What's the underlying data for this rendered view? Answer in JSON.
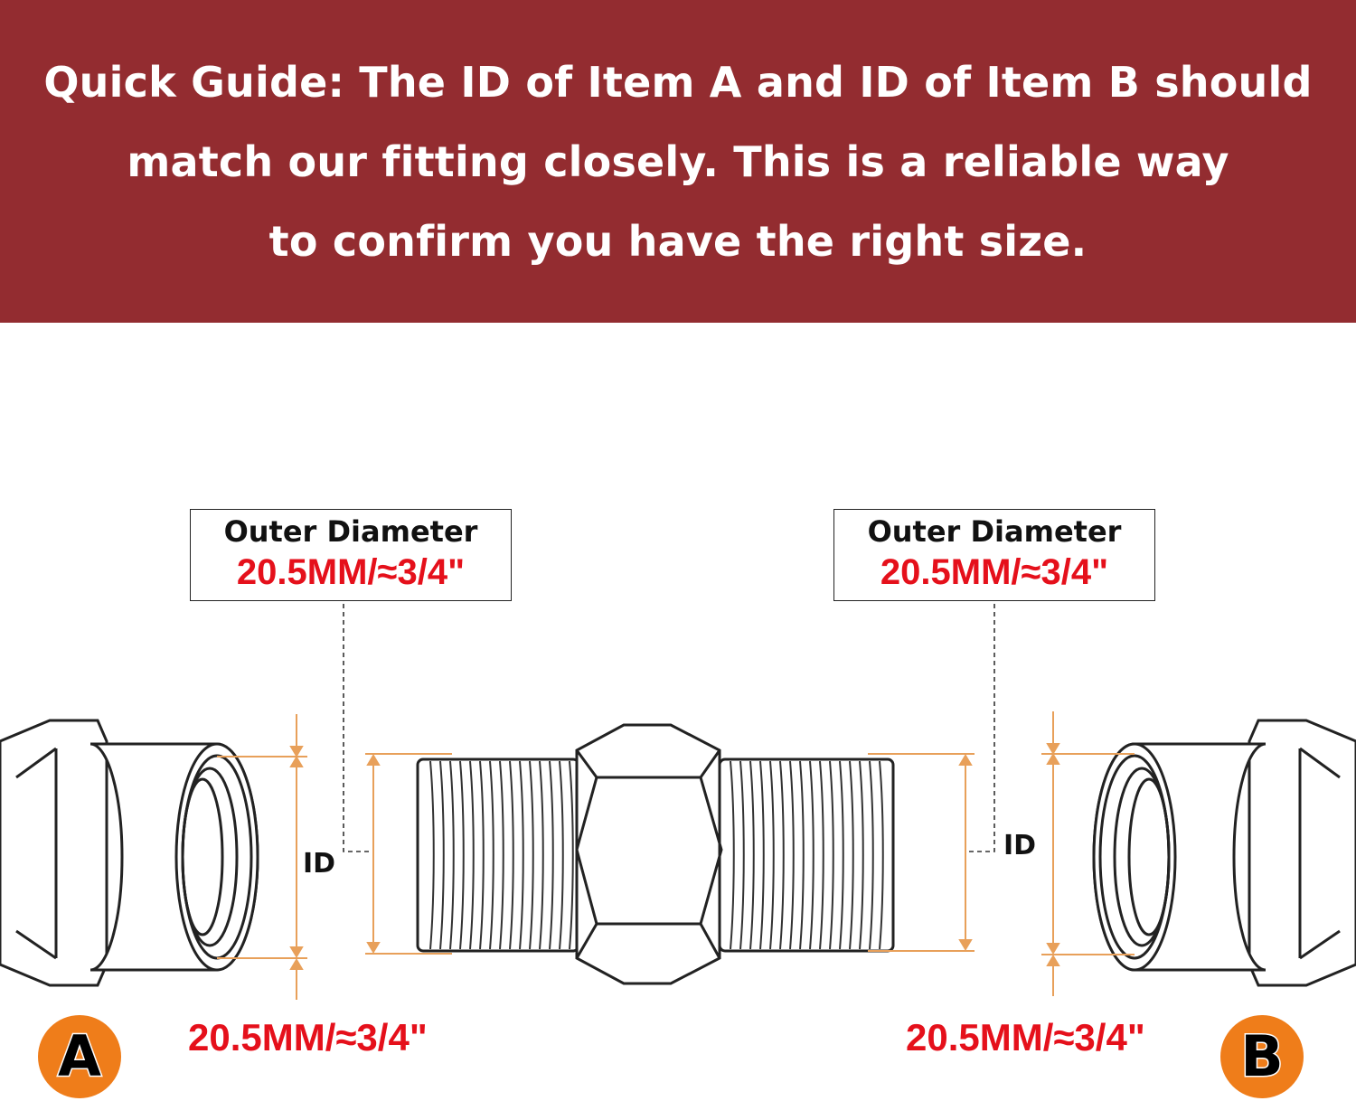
{
  "banner": {
    "line1": "Quick Guide: The ID of Item A and ID of Item B should",
    "line2": "match our fitting closely. This is a reliable way",
    "line3": "to confirm you have the right size."
  },
  "left": {
    "od_label": "Outer Diameter",
    "od_value": "20.5MM/≈3/4\"",
    "id_label": "ID",
    "measure": "20.5MM/≈3/4\"",
    "badge": "A"
  },
  "right": {
    "od_label": "Outer Diameter",
    "od_value": "20.5MM/≈3/4\"",
    "id_label": "ID",
    "measure": "20.5MM/≈3/4\"",
    "badge": "B"
  },
  "colors": {
    "banner": "#932c30",
    "accent_red": "#e5101b",
    "badge_orange": "#ef7d1a",
    "dimension_line": "#e8a05a"
  },
  "icons": [
    "hex-female-fitting-a",
    "hex-nipple-fitting",
    "hex-female-fitting-b"
  ]
}
